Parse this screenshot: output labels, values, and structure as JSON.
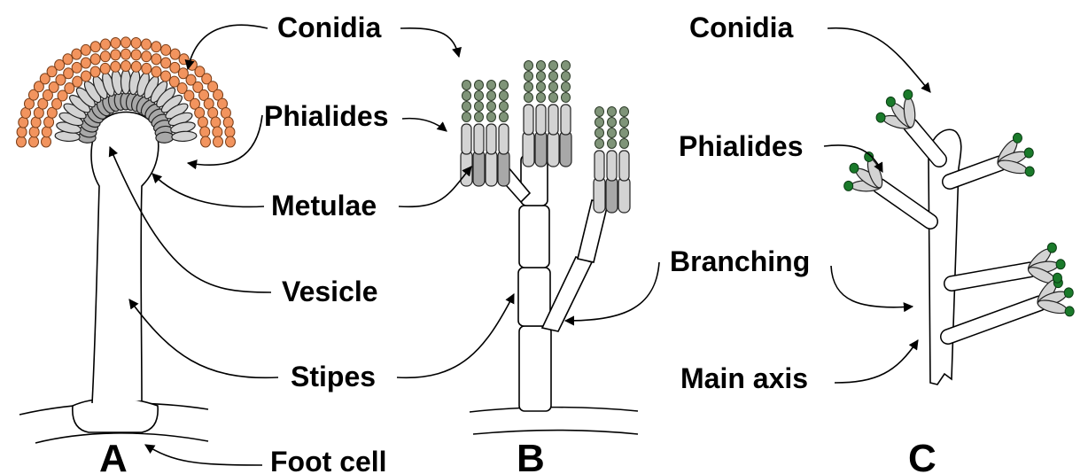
{
  "labels": {
    "conidia_left": "Conidia",
    "phialides_left": "Phialides",
    "metulae": "Metulae",
    "vesicle": "Vesicle",
    "stipes": "Stipes",
    "foot_cell": "Foot cell",
    "conidia_right": "Conidia",
    "phialides_right": "Phialides",
    "branching": "Branching",
    "main_axis": "Main axis"
  },
  "panels": {
    "a": "A",
    "b": "B",
    "c": "C"
  },
  "colors": {
    "aspergillus_conidia": "#f2945e",
    "penicillium_conidia": "#7f9478",
    "panel_c_conidia": "#1a7a2a",
    "phialide_light": "#d3d3d3",
    "phialide_dark": "#a8a8a8"
  }
}
